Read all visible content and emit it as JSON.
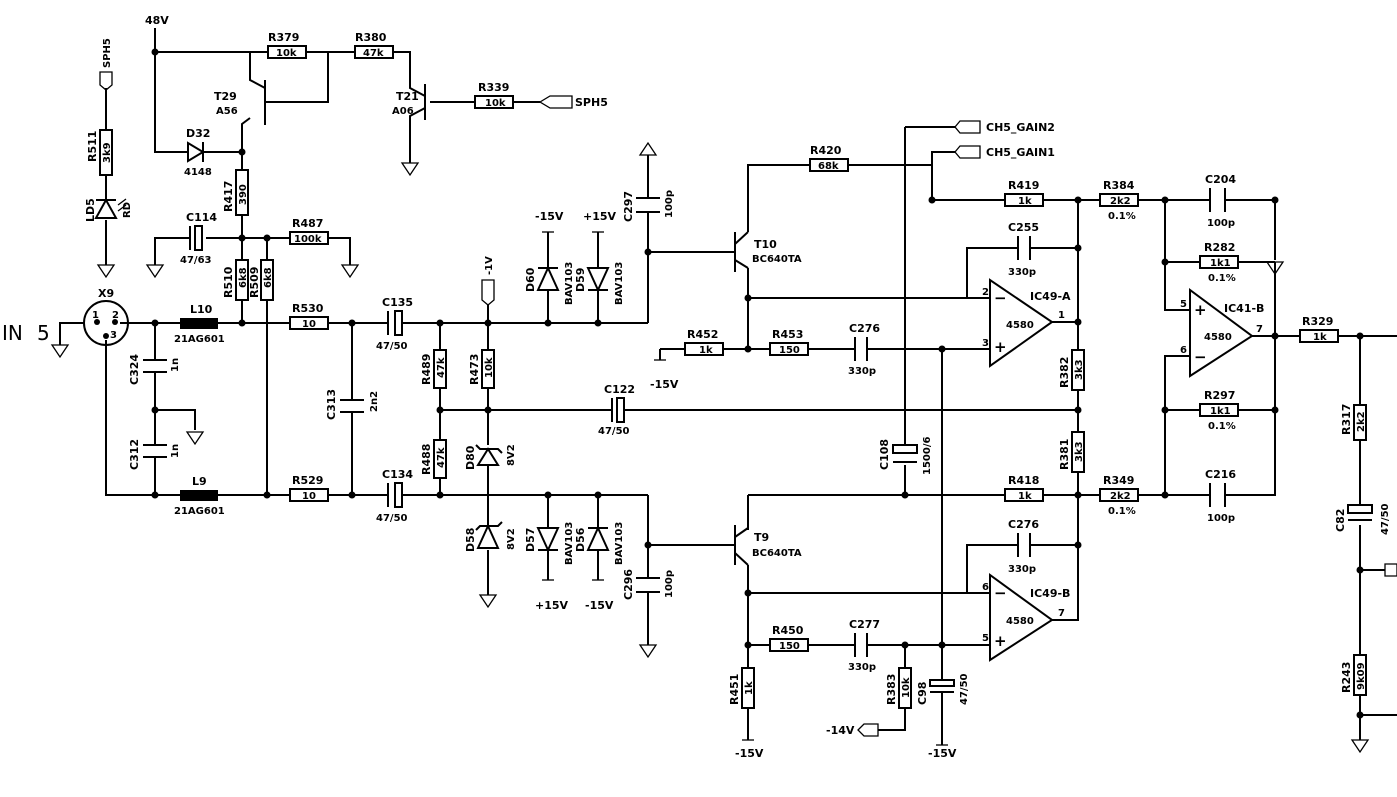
{
  "input": {
    "label": "IN",
    "number": "5",
    "connector": "X9",
    "pins": [
      "1",
      "2",
      "3"
    ]
  },
  "nets": {
    "v48": "48V",
    "sph5_top": "SPH5",
    "sph5_out": "SPH5",
    "gain2": "CH5_GAIN2",
    "gain1": "CH5_GAIN1",
    "minus1": "-1V",
    "minus15": "-15V",
    "plus15": "+15V",
    "minus14": "-14V"
  },
  "resistors": {
    "R379": {
      "ref": "R379",
      "val": "10k"
    },
    "R380": {
      "ref": "R380",
      "val": "47k"
    },
    "R339": {
      "ref": "R339",
      "val": "10k"
    },
    "R511": {
      "ref": "R511",
      "val": "3k9"
    },
    "R417": {
      "ref": "R417",
      "val": "390"
    },
    "R487": {
      "ref": "R487",
      "val": "100k"
    },
    "R510": {
      "ref": "R510",
      "val": "6k8"
    },
    "R509": {
      "ref": "R509",
      "val": "6k8"
    },
    "R530": {
      "ref": "R530",
      "val": "10"
    },
    "R529": {
      "ref": "R529",
      "val": "10"
    },
    "R489": {
      "ref": "R489",
      "val": "47k"
    },
    "R488": {
      "ref": "R488",
      "val": "47k"
    },
    "R473": {
      "ref": "R473",
      "val": "10k"
    },
    "R420": {
      "ref": "R420",
      "val": "68k"
    },
    "R419": {
      "ref": "R419",
      "val": "1k"
    },
    "R418": {
      "ref": "R418",
      "val": "1k"
    },
    "R384": {
      "ref": "R384",
      "val": "2k2",
      "tol": "0.1%"
    },
    "R349": {
      "ref": "R349",
      "val": "2k2",
      "tol": "0.1%"
    },
    "R282": {
      "ref": "R282",
      "val": "1k1",
      "tol": "0.1%"
    },
    "R297": {
      "ref": "R297",
      "val": "1k1",
      "tol": "0.1%"
    },
    "R452": {
      "ref": "R452",
      "val": "1k"
    },
    "R453": {
      "ref": "R453",
      "val": "150"
    },
    "R450": {
      "ref": "R450",
      "val": "150"
    },
    "R451": {
      "ref": "R451",
      "val": "1k"
    },
    "R383": {
      "ref": "R383",
      "val": "10k"
    },
    "R382": {
      "ref": "R382",
      "val": "3k3"
    },
    "R381": {
      "ref": "R381",
      "val": "3k3"
    },
    "R329": {
      "ref": "R329",
      "val": "1k"
    },
    "R317": {
      "ref": "R317",
      "val": "2k2"
    },
    "R243": {
      "ref": "R243",
      "val": "9k09"
    }
  },
  "capacitors": {
    "C114": {
      "ref": "C114",
      "val": "47/63"
    },
    "C135": {
      "ref": "C135",
      "val": "47/50"
    },
    "C134": {
      "ref": "C134",
      "val": "47/50"
    },
    "C324": {
      "ref": "C324",
      "val": "1n"
    },
    "C312": {
      "ref": "C312",
      "val": "1n"
    },
    "C313": {
      "ref": "C313",
      "val": "2n2"
    },
    "C122": {
      "ref": "C122",
      "val": "47/50"
    },
    "C297": {
      "ref": "C297",
      "val": "100p"
    },
    "C296": {
      "ref": "C296",
      "val": "100p"
    },
    "C276a": {
      "ref": "C276",
      "val": "330p"
    },
    "C276b": {
      "ref": "C276",
      "val": "330p"
    },
    "C277": {
      "ref": "C277",
      "val": "330p"
    },
    "C255": {
      "ref": "C255",
      "val": "330p"
    },
    "C204": {
      "ref": "C204",
      "val": "100p"
    },
    "C216": {
      "ref": "C216",
      "val": "100p"
    },
    "C108": {
      "ref": "C108",
      "val": "1500/6"
    },
    "C98": {
      "ref": "C98",
      "val": "47/50"
    },
    "C82": {
      "ref": "C82",
      "val": "47/50"
    }
  },
  "inductors": {
    "L10": {
      "ref": "L10",
      "val": "21AG601"
    },
    "L9": {
      "ref": "L9",
      "val": "21AG601"
    }
  },
  "diodes": {
    "D32": {
      "ref": "D32",
      "val": "4148"
    },
    "LD5": {
      "ref": "LD5",
      "val": "RD"
    },
    "D60": {
      "ref": "D60",
      "val": "BAV103"
    },
    "D59": {
      "ref": "D59",
      "val": "BAV103"
    },
    "D57": {
      "ref": "D57",
      "val": "BAV103"
    },
    "D56": {
      "ref": "D56",
      "val": "BAV103"
    },
    "D80": {
      "ref": "D80",
      "val": "8V2"
    },
    "D58": {
      "ref": "D58",
      "val": "8V2"
    }
  },
  "transistors": {
    "T29": {
      "ref": "T29",
      "val": "A56"
    },
    "T21": {
      "ref": "T21",
      "val": "A06"
    },
    "T10": {
      "ref": "T10",
      "val": "BC640TA"
    },
    "T9": {
      "ref": "T9",
      "val": "BC640TA"
    }
  },
  "opamps": {
    "IC49A": {
      "ref": "IC49-A",
      "val": "4580",
      "pins": [
        "2",
        "3",
        "1"
      ]
    },
    "IC49B": {
      "ref": "IC49-B",
      "val": "4580",
      "pins": [
        "6",
        "5",
        "7"
      ]
    },
    "IC41B": {
      "ref": "IC41-B",
      "val": "4580",
      "pins": [
        "5",
        "6",
        "7"
      ]
    }
  },
  "colors": {
    "ink": "#000000",
    "paper": "#ffffff"
  }
}
